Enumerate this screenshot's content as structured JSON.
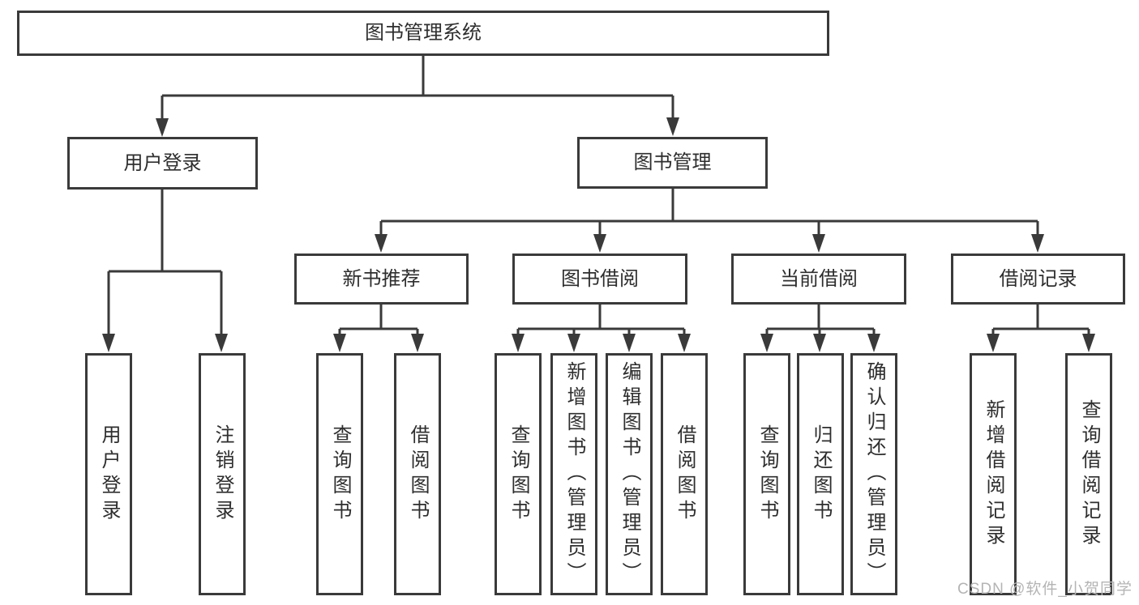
{
  "diagram_type": "hierarchy-tree",
  "colors": {
    "line": "#3a3a3a",
    "text": "#2e2e2e",
    "background": "#ffffff",
    "watermark_text": "#b4b4b4"
  },
  "tree": {
    "label": "图书管理系统",
    "children": [
      {
        "label": "用户登录",
        "children": [
          {
            "label": "用户登录"
          },
          {
            "label": "注销登录"
          }
        ]
      },
      {
        "label": "图书管理",
        "children": [
          {
            "label": "新书推荐",
            "children": [
              {
                "label": "查询图书"
              },
              {
                "label": "借阅图书"
              }
            ]
          },
          {
            "label": "图书借阅",
            "children": [
              {
                "label": "查询图书"
              },
              {
                "label": "新增图书（管理员）"
              },
              {
                "label": "编辑图书（管理员）"
              },
              {
                "label": "借阅图书"
              }
            ]
          },
          {
            "label": "当前借阅",
            "children": [
              {
                "label": "查询图书"
              },
              {
                "label": "归还图书"
              },
              {
                "label": "确认归还（管理员）"
              }
            ]
          },
          {
            "label": "借阅记录",
            "children": [
              {
                "label": "新增借阅记录"
              },
              {
                "label": "查询借阅记录"
              }
            ]
          }
        ]
      }
    ]
  },
  "watermark": {
    "text": "CSDN @软件_小贺同学"
  }
}
